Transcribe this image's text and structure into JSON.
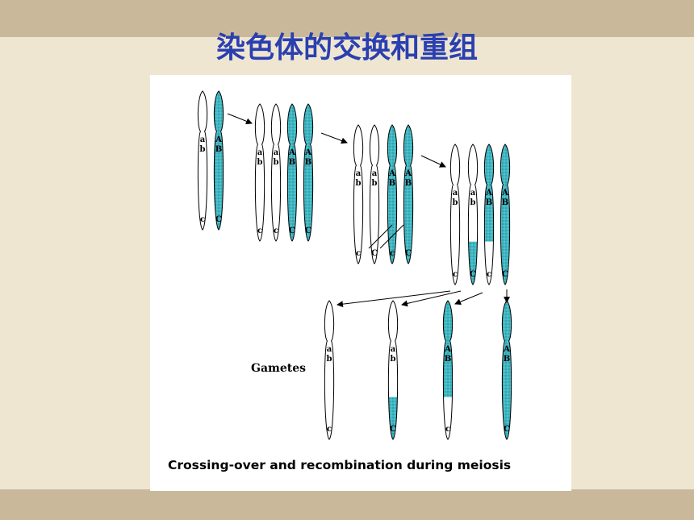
{
  "slide": {
    "title": "染色体的交换和重组"
  },
  "colors": {
    "title": "#2a3fb0",
    "chromatid_teal": "#3fb8c4",
    "background": "#efe6d2",
    "border": "#c9b99a"
  },
  "diagram": {
    "caption": "Crossing-over and recombination  during meiosis",
    "gametes_label": "Gametes",
    "stages": [
      {
        "name": "homologous-pair",
        "chromosomes": [
          {
            "color": "white",
            "genes": [
              "a",
              "b",
              "c"
            ]
          },
          {
            "color": "teal",
            "genes": [
              "A",
              "B",
              "C"
            ]
          }
        ]
      },
      {
        "name": "replicated",
        "chromosomes": [
          {
            "color": "white",
            "genes": [
              "a",
              "b",
              "c"
            ]
          },
          {
            "color": "white",
            "genes": [
              "a",
              "b",
              "c"
            ]
          },
          {
            "color": "teal",
            "genes": [
              "A",
              "B",
              "C"
            ]
          },
          {
            "color": "teal",
            "genes": [
              "A",
              "B",
              "C"
            ]
          }
        ]
      },
      {
        "name": "crossing-over",
        "chromosomes": [
          {
            "color": "white",
            "genes": [
              "a",
              "b",
              "c"
            ]
          },
          {
            "color": "white",
            "genes": [
              "a",
              "b",
              "C"
            ]
          },
          {
            "color": "teal",
            "genes": [
              "A",
              "B",
              "c"
            ]
          },
          {
            "color": "teal",
            "genes": [
              "A",
              "B",
              "C"
            ]
          }
        ]
      },
      {
        "name": "recombined",
        "chromosomes": [
          {
            "color": "white",
            "genes": [
              "a",
              "b",
              "c"
            ]
          },
          {
            "color": "white-teal",
            "genes": [
              "a",
              "b",
              "C"
            ]
          },
          {
            "color": "teal-white",
            "genes": [
              "A",
              "B",
              "c"
            ]
          },
          {
            "color": "teal",
            "genes": [
              "A",
              "B",
              "C"
            ]
          }
        ]
      }
    ],
    "gametes": [
      {
        "color": "white",
        "genes": [
          "a",
          "b",
          "c"
        ]
      },
      {
        "color": "white-teal",
        "genes": [
          "a",
          "b",
          "C"
        ]
      },
      {
        "color": "teal-white",
        "genes": [
          "A",
          "B",
          "c"
        ]
      },
      {
        "color": "teal",
        "genes": [
          "A",
          "B",
          "C"
        ]
      }
    ]
  }
}
